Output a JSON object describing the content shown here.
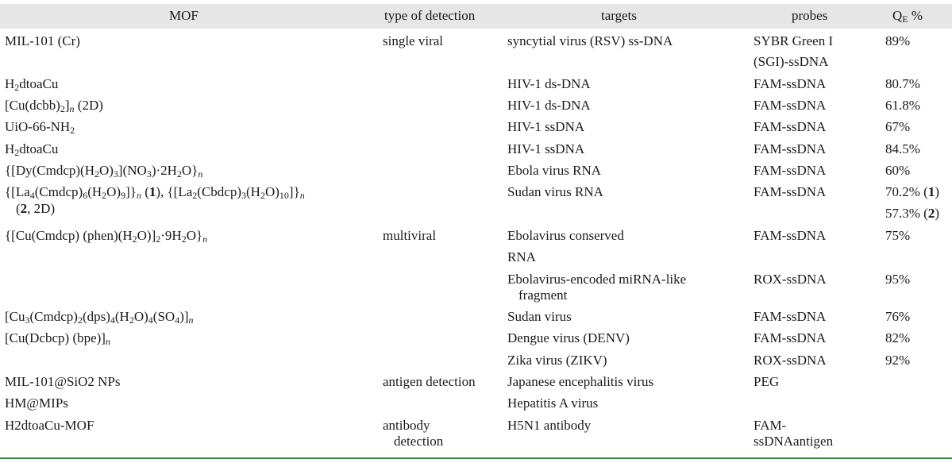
{
  "headers": {
    "mof": "MOF",
    "detection": "type of detection",
    "targets": "targets",
    "probes": "probes",
    "qe_main": "Q",
    "qe_sub": "E",
    "qe_pct": " %"
  },
  "rows": [
    {
      "mof": "MIL-101 (Cr)",
      "detection": "single viral",
      "target": "syncytial virus (RSV) ss-DNA",
      "probe1": "SYBR Green I",
      "probe2": "(SGI)-ssDNA",
      "qe": "89%"
    },
    {
      "mof_a": "H",
      "mof_b": "2",
      "mof_c": "dtoaCu",
      "target": "HIV-1 ds-DNA",
      "probe": "FAM-ssDNA",
      "qe": "80.7%"
    },
    {
      "mof_a": "[Cu(dcbb)",
      "mof_b": "2",
      "mof_c": "]",
      "mof_d": "n",
      "mof_e": " (2D)",
      "target": "HIV-1 ds-DNA",
      "probe": "FAM-ssDNA",
      "qe": "61.8%"
    },
    {
      "mof_a": "UiO-66-NH",
      "mof_b": "2",
      "target": "HIV-1 ssDNA",
      "probe": "FAM-ssDNA",
      "qe": "67%"
    },
    {
      "mof_a": "H",
      "mof_b": "2",
      "mof_c": "dtoaCu",
      "target": "HIV-1 ssDNA",
      "probe": "FAM-ssDNA",
      "qe": "84.5%"
    },
    {
      "mof_a": "{[Dy(Cmdcp)(H",
      "mof_b": "2",
      "mof_c": "O)",
      "mof_d": "3",
      "mof_e": "](NO",
      "mof_f": "3",
      "mof_g": ")·2H",
      "mof_h": "2",
      "mof_i": "O}",
      "mof_j": "n",
      "target": "Ebola virus RNA",
      "probe": "FAM-ssDNA",
      "qe": "60%"
    },
    {
      "mof_a": "{[La",
      "mof_b": "4",
      "mof_c": "(Cmdcp)",
      "mof_d": "6",
      "mof_e": "(H",
      "mof_f": "2",
      "mof_g": "O)",
      "mof_h": "9",
      "mof_i": "]}",
      "mof_j": "n",
      "mof_k": " (",
      "mof_l": "1",
      "mof_m": "), {[La",
      "mof_n": "2",
      "mof_o": "(Cbdcp)",
      "mof_p": "3",
      "mof_q": "(H",
      "mof_r": "2",
      "mof_s": "O)",
      "mof_t": "10",
      "mof_u": "]}",
      "mof_v": "n",
      "mof_line2_a": "(",
      "mof_line2_b": "2",
      "mof_line2_c": ", 2D)",
      "target": "Sudan virus RNA",
      "probe": "FAM-ssDNA",
      "qe1_a": "70.2% (",
      "qe1_b": "1",
      "qe1_c": ")",
      "qe2_a": "57.3% (",
      "qe2_b": "2",
      "qe2_c": ")"
    },
    {
      "mof_a": "{[Cu(Cmdcp) (phen)(H",
      "mof_b": "2",
      "mof_c": "O)]",
      "mof_d": "2",
      "mof_e": "·9H",
      "mof_f": "2",
      "mof_g": "O}",
      "mof_h": "n",
      "detection": "multiviral",
      "target1": "Ebolavirus conserved",
      "target2": "RNA",
      "probe": "FAM-ssDNA",
      "qe": "75%"
    },
    {
      "target1": "Ebolavirus-encoded miRNA-like",
      "target2": "fragment",
      "probe": "ROX-ssDNA",
      "qe": "95%"
    },
    {
      "mof_a": "[Cu",
      "mof_b": "3",
      "mof_c": "(Cmdcp)",
      "mof_d": "2",
      "mof_e": "(dps)",
      "mof_f": "4",
      "mof_g": "(H",
      "mof_h": "2",
      "mof_i": "O)",
      "mof_j": "4",
      "mof_k": "(SO",
      "mof_l": "4",
      "mof_m": ")]",
      "mof_n": "n",
      "target": "Sudan virus",
      "probe": "FAM-ssDNA",
      "qe": "76%"
    },
    {
      "mof_a": "[Cu(Dcbcp) (bpe)]",
      "mof_b": "n",
      "target": "Dengue virus (DENV)",
      "probe": "FAM-ssDNA",
      "qe": "82%"
    },
    {
      "target": "Zika virus (ZIKV)",
      "probe": "ROX-ssDNA",
      "qe": "92%"
    },
    {
      "mof": "MIL-101@SiO2 NPs",
      "detection": "antigen detection",
      "target": "Japanese encephalitis virus",
      "probe": "PEG"
    },
    {
      "mof": "HM@MIPs",
      "target": "Hepatitis A virus"
    },
    {
      "mof": "H2dtoaCu-MOF",
      "detection1": "antibody",
      "detection2": "detection",
      "target": "H5N1 antibody",
      "probe1": "FAM-",
      "probe2": "ssDNAantigen"
    }
  ]
}
